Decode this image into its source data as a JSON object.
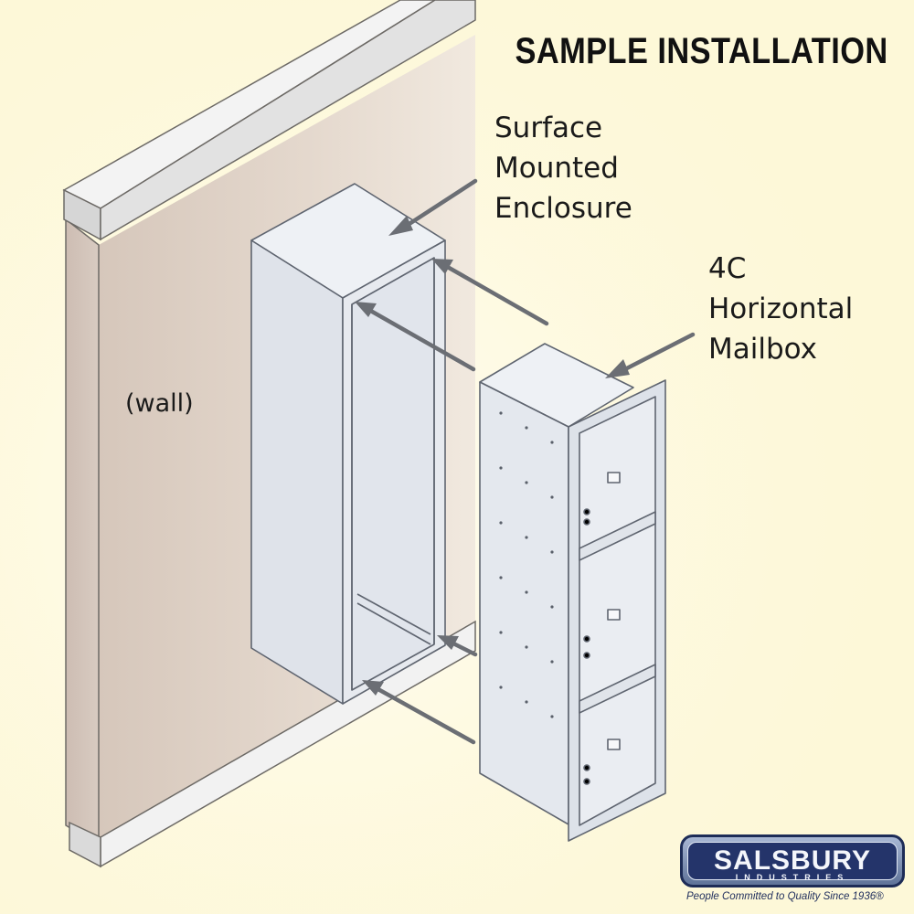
{
  "title": "SAMPLE INSTALLATION",
  "labels": {
    "enclosure": [
      "Surface",
      "Mounted",
      "Enclosure"
    ],
    "mailbox": [
      "4C",
      "Horizontal",
      "Mailbox"
    ],
    "wall": "(wall)"
  },
  "logo": {
    "name": "SALSBURY",
    "sub": "INDUSTRIES",
    "tagline": "People Committed to Quality Since 1936®"
  },
  "colors": {
    "background": "#fdf8d8",
    "wall": "#ddd0c4",
    "enclosure": "#e3e7ee",
    "logo_blue": "#24346a"
  }
}
